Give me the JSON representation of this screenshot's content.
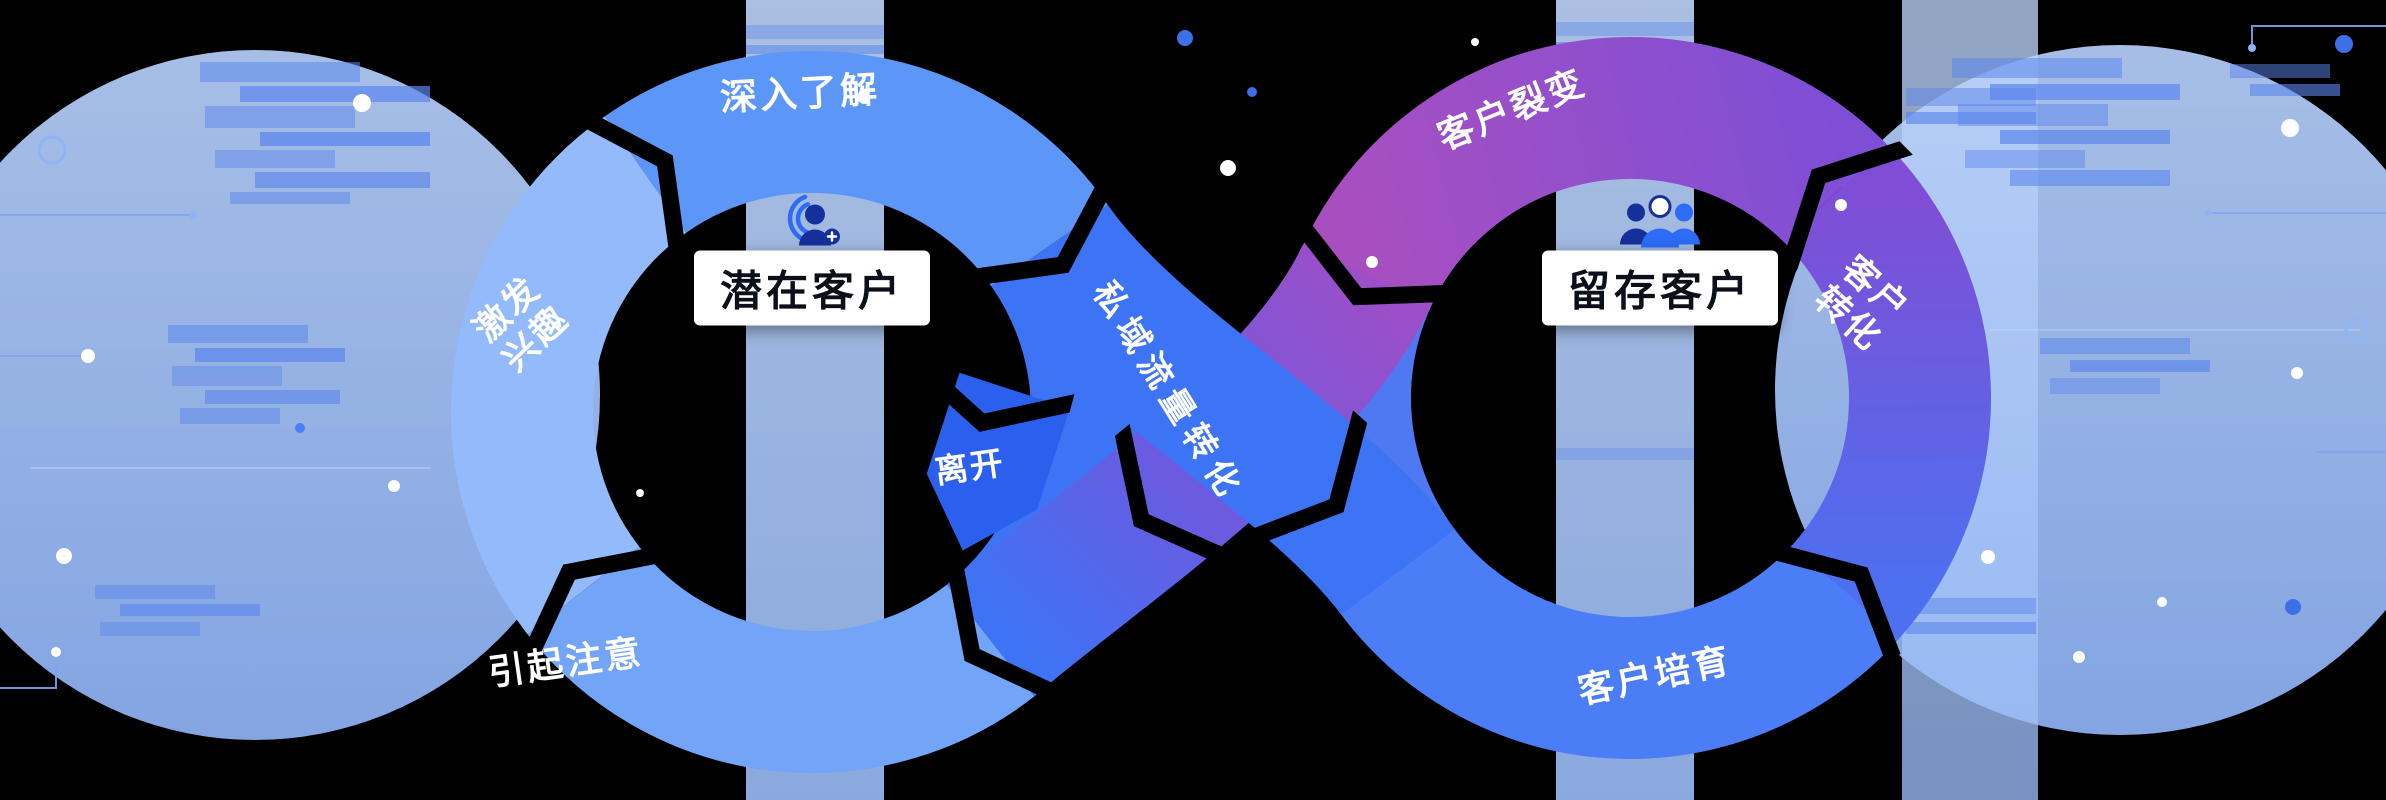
{
  "diagram": {
    "left_cycle": {
      "center_label": "潜在客户",
      "icon": "potential-customer-icon",
      "stages": [
        {
          "id": "awareness",
          "label": "引起注意"
        },
        {
          "id": "interest",
          "label": "激发兴趣",
          "line1": "激发",
          "line2": "兴趣"
        },
        {
          "id": "understand",
          "label": "深入了解"
        }
      ],
      "exit_label": "离开"
    },
    "connector": {
      "label": "私域流量转化"
    },
    "right_cycle": {
      "center_label": "留存客户",
      "icon": "retained-customers-icon",
      "stages": [
        {
          "id": "nurture",
          "label": "客户培育"
        },
        {
          "id": "convert",
          "label": "客户转化",
          "line1": "客户",
          "line2": "转化"
        },
        {
          "id": "fission",
          "label": "客户裂变"
        }
      ]
    },
    "colors": {
      "band_blue": "#3D74F6",
      "ring_blue_medium": "#5C96F7",
      "ring_blue_light": "#93BAFA",
      "ring_blue_soft": "#72A4F8",
      "nurture_blue": "#4A7DF6",
      "fission_purple": "#A551C4",
      "convert_violet": "#7B4ED8",
      "leave_arrow_blue": "#2B60EE",
      "decor_light_blue": "#A9C6F7",
      "mosaic_blue": "#5B86EC",
      "background": "#000000",
      "card_bg": "#FFFFFF",
      "card_text": "#0B0F1A",
      "label_text": "#FFFFFF"
    }
  }
}
